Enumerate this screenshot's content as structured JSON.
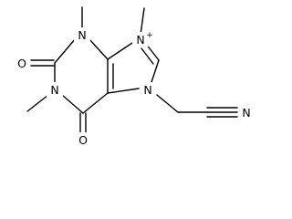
{
  "molecule": {
    "atoms": {
      "n1": "N",
      "n3": "N",
      "n7": "N",
      "n9": "N",
      "n_nitrile": "N",
      "o2": "O",
      "o6": "O"
    },
    "charge": "+",
    "bond_color": "#000000",
    "background": "#ffffff"
  }
}
